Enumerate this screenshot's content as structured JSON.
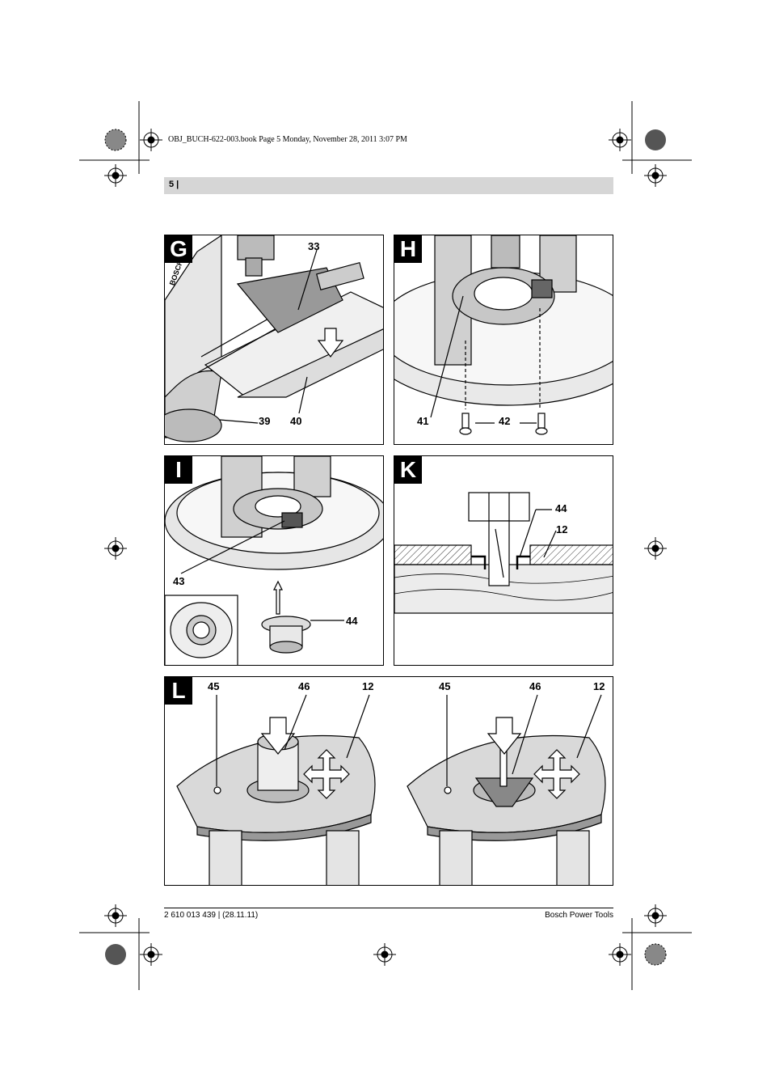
{
  "print_line": "OBJ_BUCH-622-003.book  Page 5  Monday, November 28, 2011  3:07 PM",
  "header": {
    "page_number": "5 |"
  },
  "figures": {
    "G": {
      "letter": "G",
      "labels": [
        "33",
        "39",
        "40"
      ]
    },
    "H": {
      "letter": "H",
      "labels": [
        "41",
        "42"
      ]
    },
    "I": {
      "letter": "I",
      "labels": [
        "43",
        "44"
      ]
    },
    "K": {
      "letter": "K",
      "labels": [
        "44",
        "12"
      ]
    },
    "L": {
      "letter": "L",
      "labels": [
        "45",
        "46",
        "12",
        "45",
        "46",
        "12"
      ]
    }
  },
  "brand_on_tool": "BOSCH",
  "footer": {
    "doc_code": "2 610 013 439 | (28.11.11)",
    "publisher": "Bosch Power Tools"
  }
}
